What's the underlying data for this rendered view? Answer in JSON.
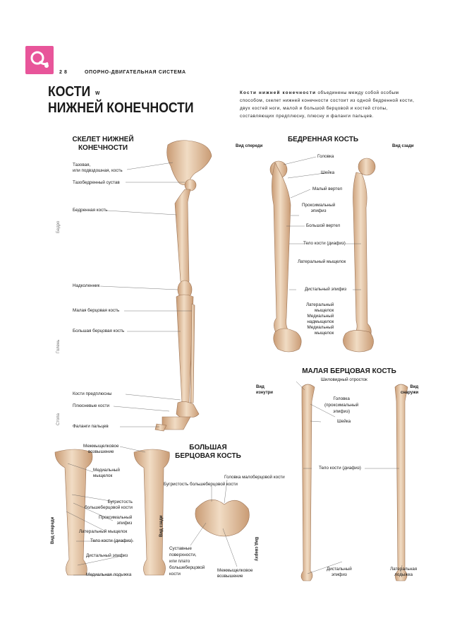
{
  "header": {
    "page_number": "2 8",
    "section": "ОПОРНО-ДВИГАТЕЛЬНАЯ СИСТЕМА"
  },
  "title": {
    "line1": "КОСТИ",
    "mark": "w",
    "line2": "НИЖНЕЙ КОНЕЧНОСТИ"
  },
  "intro": {
    "lead": "Кости нижней конечности",
    "text": " объединены между собой особым способом, скелет нижней конечности состоит из одной бедренной кости, двух костей ноги, малой и большой берцовой и костей стопы, составляющих предплюсну, плюсну и фаланги пальцев."
  },
  "skeleton": {
    "heading": "СКЕЛЕТ НИЖНЕЙ КОНЕЧНОСТИ",
    "labels": {
      "pelvis": "Тазовая,\nили подвздошная, кость",
      "hip": "Тазобедренный сустав",
      "femur": "Бедренная кость",
      "patella": "Надколенник",
      "fibula": "Малая берцовая кость",
      "tibia": "Большая берцовая кость",
      "tarsus": "Кости предплюсны",
      "metatarsus": "Плюсневые кости",
      "phalanges": "Фаланги пальцев"
    },
    "regions": {
      "thigh": "Бедро",
      "shin": "Голень",
      "foot": "Стопа"
    }
  },
  "femur": {
    "heading": "БЕДРЕННАЯ КОСТЬ",
    "view_front": "Вид спереди",
    "view_back": "Вид сзади",
    "labels": {
      "head": "Головка",
      "neck": "Шейка",
      "lesser_trochanter": "Малый вертел",
      "proximal_epiphysis": "Проксимальный\nэпифиз",
      "greater_trochanter": "Большой вертел",
      "shaft": "Тело кости (диафиз)",
      "lateral_condyle": "Латеральный мыщелок",
      "distal_epiphysis": "Дистальный эпифиз",
      "lateral_epicondyle": "Латеральный\nмыщелок\nМедиальный\nнадмыщелок\nМедиальный\nмыщелок"
    }
  },
  "fibula": {
    "heading": "МАЛАЯ БЕРЦОВАЯ КОСТЬ",
    "view_inside": "Вид\nизнутри",
    "view_outside": "Вид\nснаружи",
    "labels": {
      "styloid": "Шиловидный отросток",
      "head": "Головка\n(проксимальный\nэпифиз)",
      "neck": "Шейка",
      "shaft": "Тело кости (диафиз)",
      "distal": "Дистальный\nэпифиз",
      "lateral_malleolus": "Латеральная\nлодыжка"
    }
  },
  "tibia": {
    "heading": "БОЛЬШАЯ\nБЕРЦОВАЯ КОСТЬ",
    "view_front": "Вид спереди",
    "view_back": "Вид сзади",
    "view_top": "Вид сверху",
    "labels": {
      "intercondylar_eminence": "Межмыщелковое\nвозвышение",
      "medial_condyle": "Медиальный\nмыщелок",
      "tuberosity": "Бугристость\nбольшеберцовой кости",
      "proximal_epiphysis": "Проксимальный\nэпифиз",
      "lateral_condyle": "Латеральный мыщелок",
      "shaft": "Тело кости (диафиз)",
      "distal_epiphysis": "Дистальный эпифиз",
      "medial_malleolus": "Медиальная лодыжка",
      "fibula_head": "Головка малоберцовой кости",
      "tuberosity2": "Бугристость большеберцовой кости",
      "articular": "Суставные\nповерхности,\nили плато\nбольшеберцовой\nкости",
      "eminence2": "Межмыщелковое\nвозвышение"
    }
  },
  "colors": {
    "accent": "#e8559a",
    "bone": "#e8c9a8",
    "bone_shade": "#c99b74",
    "line": "#555555"
  }
}
